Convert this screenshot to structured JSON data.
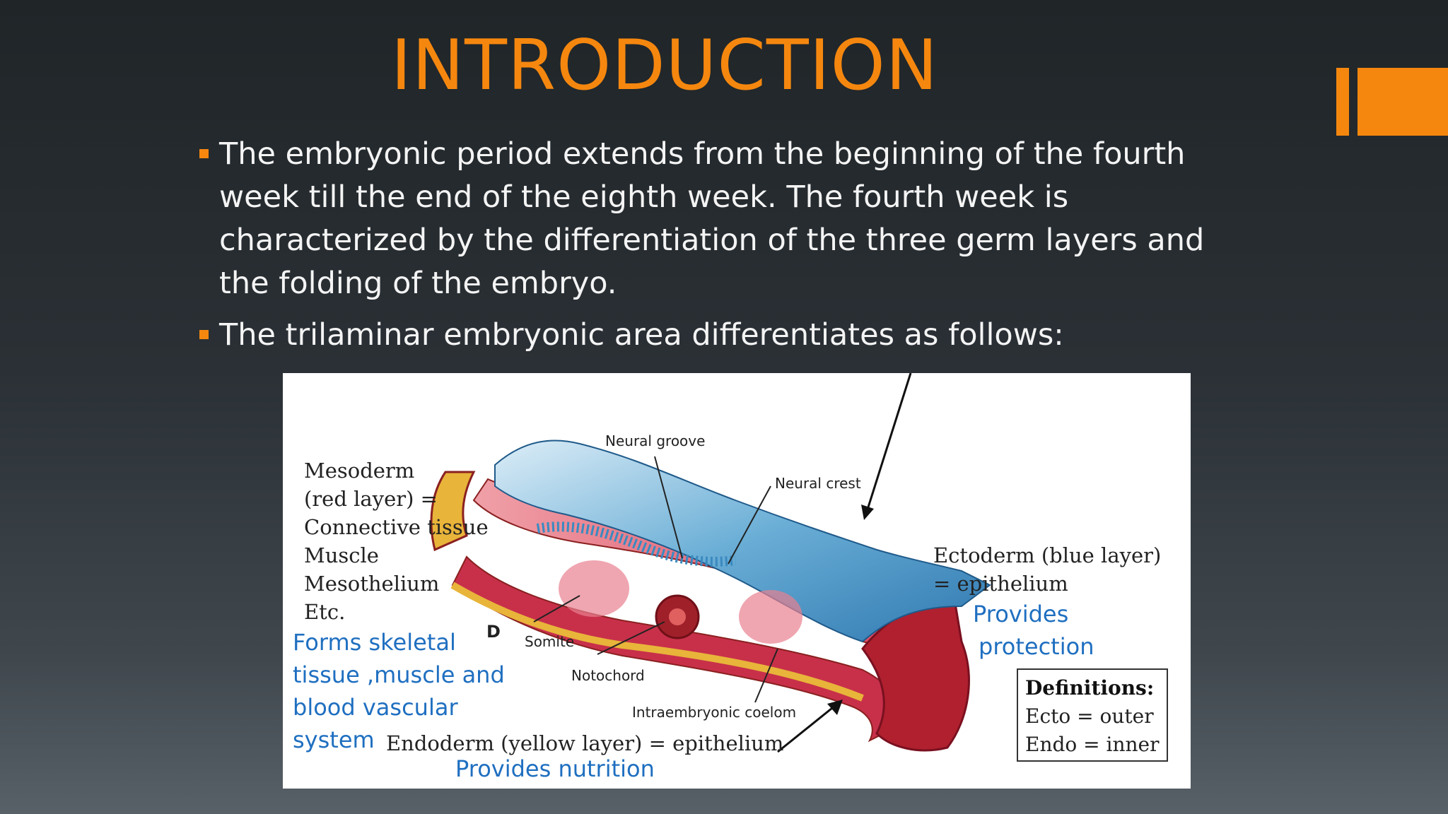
{
  "slide": {
    "title": "INTRODUCTION",
    "accent_color": "#f5870f",
    "bullets": [
      {
        "text": "The embryonic period extends from the beginning of the fourth week till the end of the eighth week. The fourth week is characterized by the differentiation of the three germ layers and the folding of the embryo."
      },
      {
        "text": "The trilaminar embryonic area differentiates as follows:"
      }
    ]
  },
  "figure": {
    "mesoderm": [
      "Mesoderm",
      "(red layer) =",
      "Connective tissue",
      "Muscle",
      "Mesothelium",
      "Etc."
    ],
    "mesoderm_note": [
      "Forms skeletal",
      "tissue ,muscle and",
      "blood vascular",
      "system"
    ],
    "panel_letter": "D",
    "labels": {
      "neural_groove": "Neural groove",
      "neural_crest": "Neural crest",
      "somite": "Somite",
      "notochord": "Notochord",
      "coelom": "Intraembryonic coelom"
    },
    "ectoderm": [
      "Ectoderm (blue layer)",
      "= epithelium"
    ],
    "ectoderm_note": [
      "Provides",
      "protection"
    ],
    "endoderm": "Endoderm (yellow layer) = epithelium",
    "endoderm_note": "Provides nutrition",
    "definitions": {
      "title": "Definitions:",
      "lines": [
        "Ecto = outer",
        "Endo = inner"
      ]
    },
    "colors": {
      "ectoderm": "#6aaed6",
      "mesoderm": "#d9405a",
      "endoderm": "#e8b43a",
      "note_blue": "#1f6fc0"
    }
  }
}
